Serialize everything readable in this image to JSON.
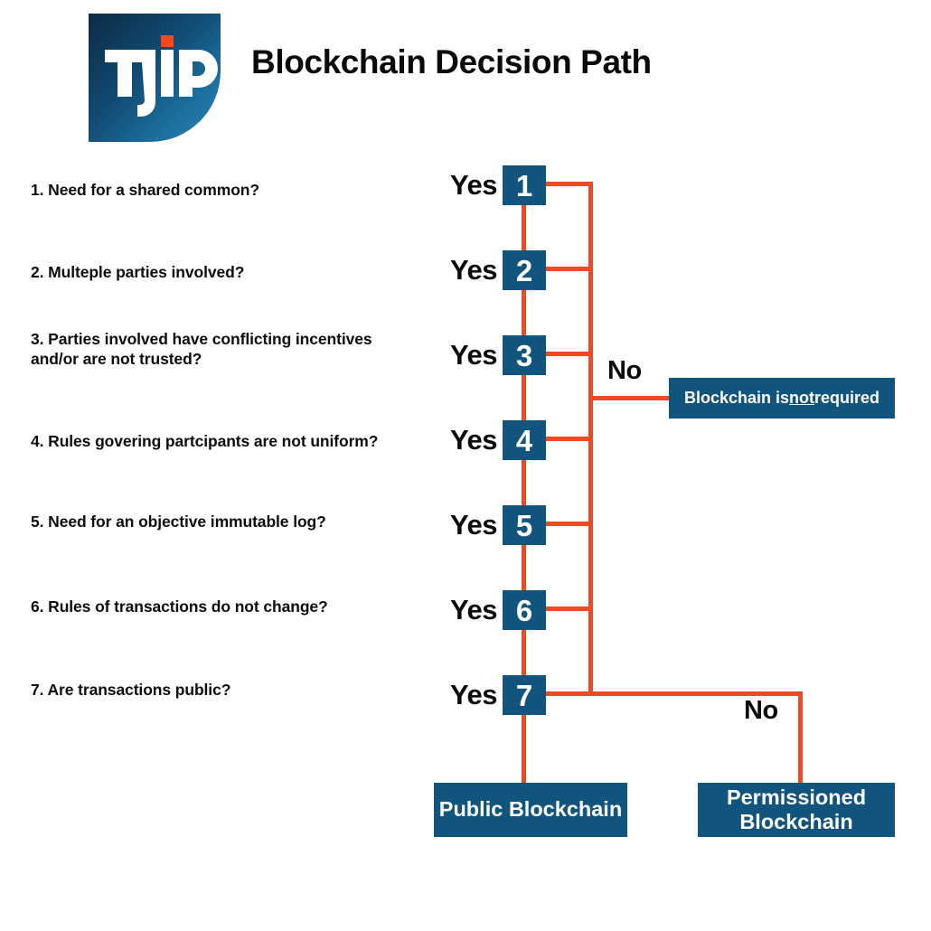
{
  "header": {
    "title": "Blockchain Decision Path",
    "logo_text": "TJIP",
    "logo_alt": "tjip-logo"
  },
  "colors": {
    "box_blue": "#11557F",
    "connector_orange": "#EE4B23",
    "text_black": "#0a0a0a",
    "background": "#ffffff",
    "logo_gradient_start": "#0d2b45",
    "logo_gradient_end": "#2f86b4",
    "logo_dot": "#EE4B23"
  },
  "questions": [
    {
      "num": "1",
      "text": "1. Need for a shared common?"
    },
    {
      "num": "2",
      "text": "2. Multeple parties involved?"
    },
    {
      "num": "3",
      "text": "3. Parties involved have conflicting incentives and/or are not trusted?"
    },
    {
      "num": "4",
      "text": "4. Rules govering partcipants are not uniform?"
    },
    {
      "num": "5",
      "text": "5. Need for an objective immutable log?"
    },
    {
      "num": "6",
      "text": "6. Rules of transactions do not change?"
    },
    {
      "num": "7",
      "text": "7. Are transactions public?"
    }
  ],
  "steps": [
    {
      "number": "1",
      "yes_label": "Yes"
    },
    {
      "number": "2",
      "yes_label": "Yes"
    },
    {
      "number": "3",
      "yes_label": "Yes"
    },
    {
      "number": "4",
      "yes_label": "Yes"
    },
    {
      "number": "5",
      "yes_label": "Yes"
    },
    {
      "number": "6",
      "yes_label": "Yes"
    },
    {
      "number": "7",
      "yes_label": "Yes"
    }
  ],
  "branches": {
    "no_upper_label": "No",
    "no_lower_label": "No"
  },
  "outcomes": {
    "not_required_prefix": "Blockchain is ",
    "not_required_emphasis": "not",
    "not_required_suffix": " required",
    "public": "Public Blockchain",
    "permissioned_line1": "Permissioned",
    "permissioned_line2": "Blockchain"
  }
}
